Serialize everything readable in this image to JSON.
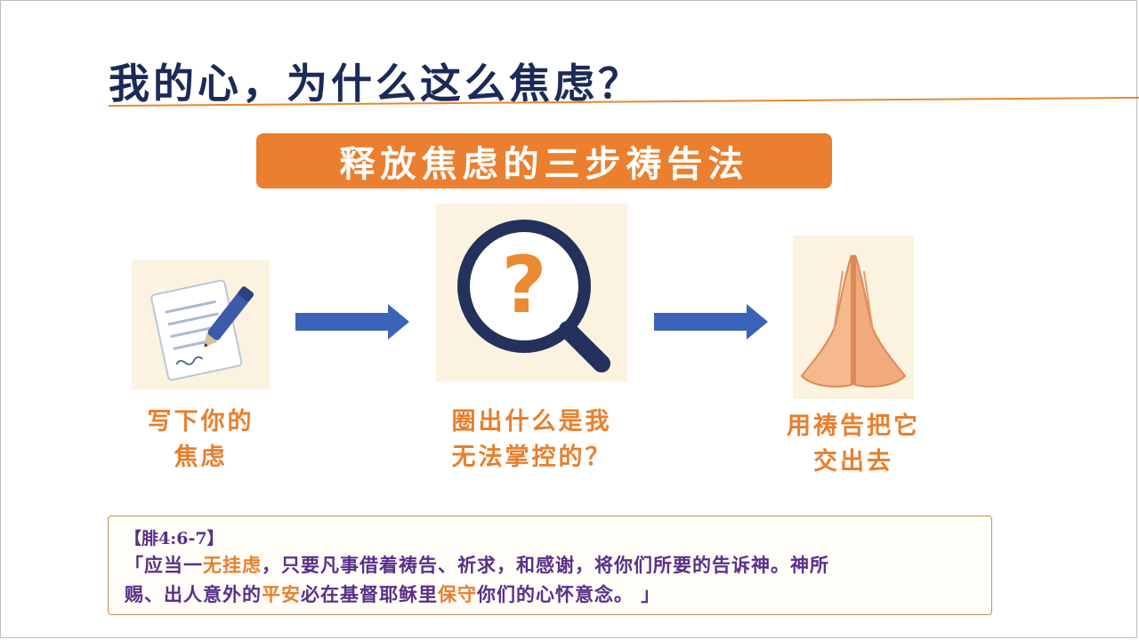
{
  "slide": {
    "title": "我的心，为什么这么焦虑？",
    "banner": "释放焦虑的三步祷告法"
  },
  "steps": [
    {
      "icon": "writing-paper-pen-icon",
      "line1": "写下你的",
      "line2": "焦虑"
    },
    {
      "icon": "magnifier-question-icon",
      "line1": "圈出什么是我",
      "line2": "无法掌控的？"
    },
    {
      "icon": "praying-hands-icon",
      "line1": "用祷告把它",
      "line2": "交出去"
    }
  ],
  "verse": {
    "reference": "【腓4:6-7】",
    "line1_a": "「应当一",
    "line1_hl": "无挂虑",
    "line1_b": "，只要凡事借着祷告、祈求，和感谢，将你们所要的告诉神。神所",
    "line2_a": "赐、出人意外的",
    "line2_hl1": "平安",
    "line2_b": "必在基督耶稣里",
    "line2_hl2": "保守",
    "line2_c": "你们的心怀意念。 」"
  },
  "colors": {
    "title": "#1b2a57",
    "accent_orange": "#ea7f2f",
    "arrow_blue": "#3b63b8",
    "verse_purple": "#5a2f8a",
    "icon_bg": "#fbf2e0"
  }
}
